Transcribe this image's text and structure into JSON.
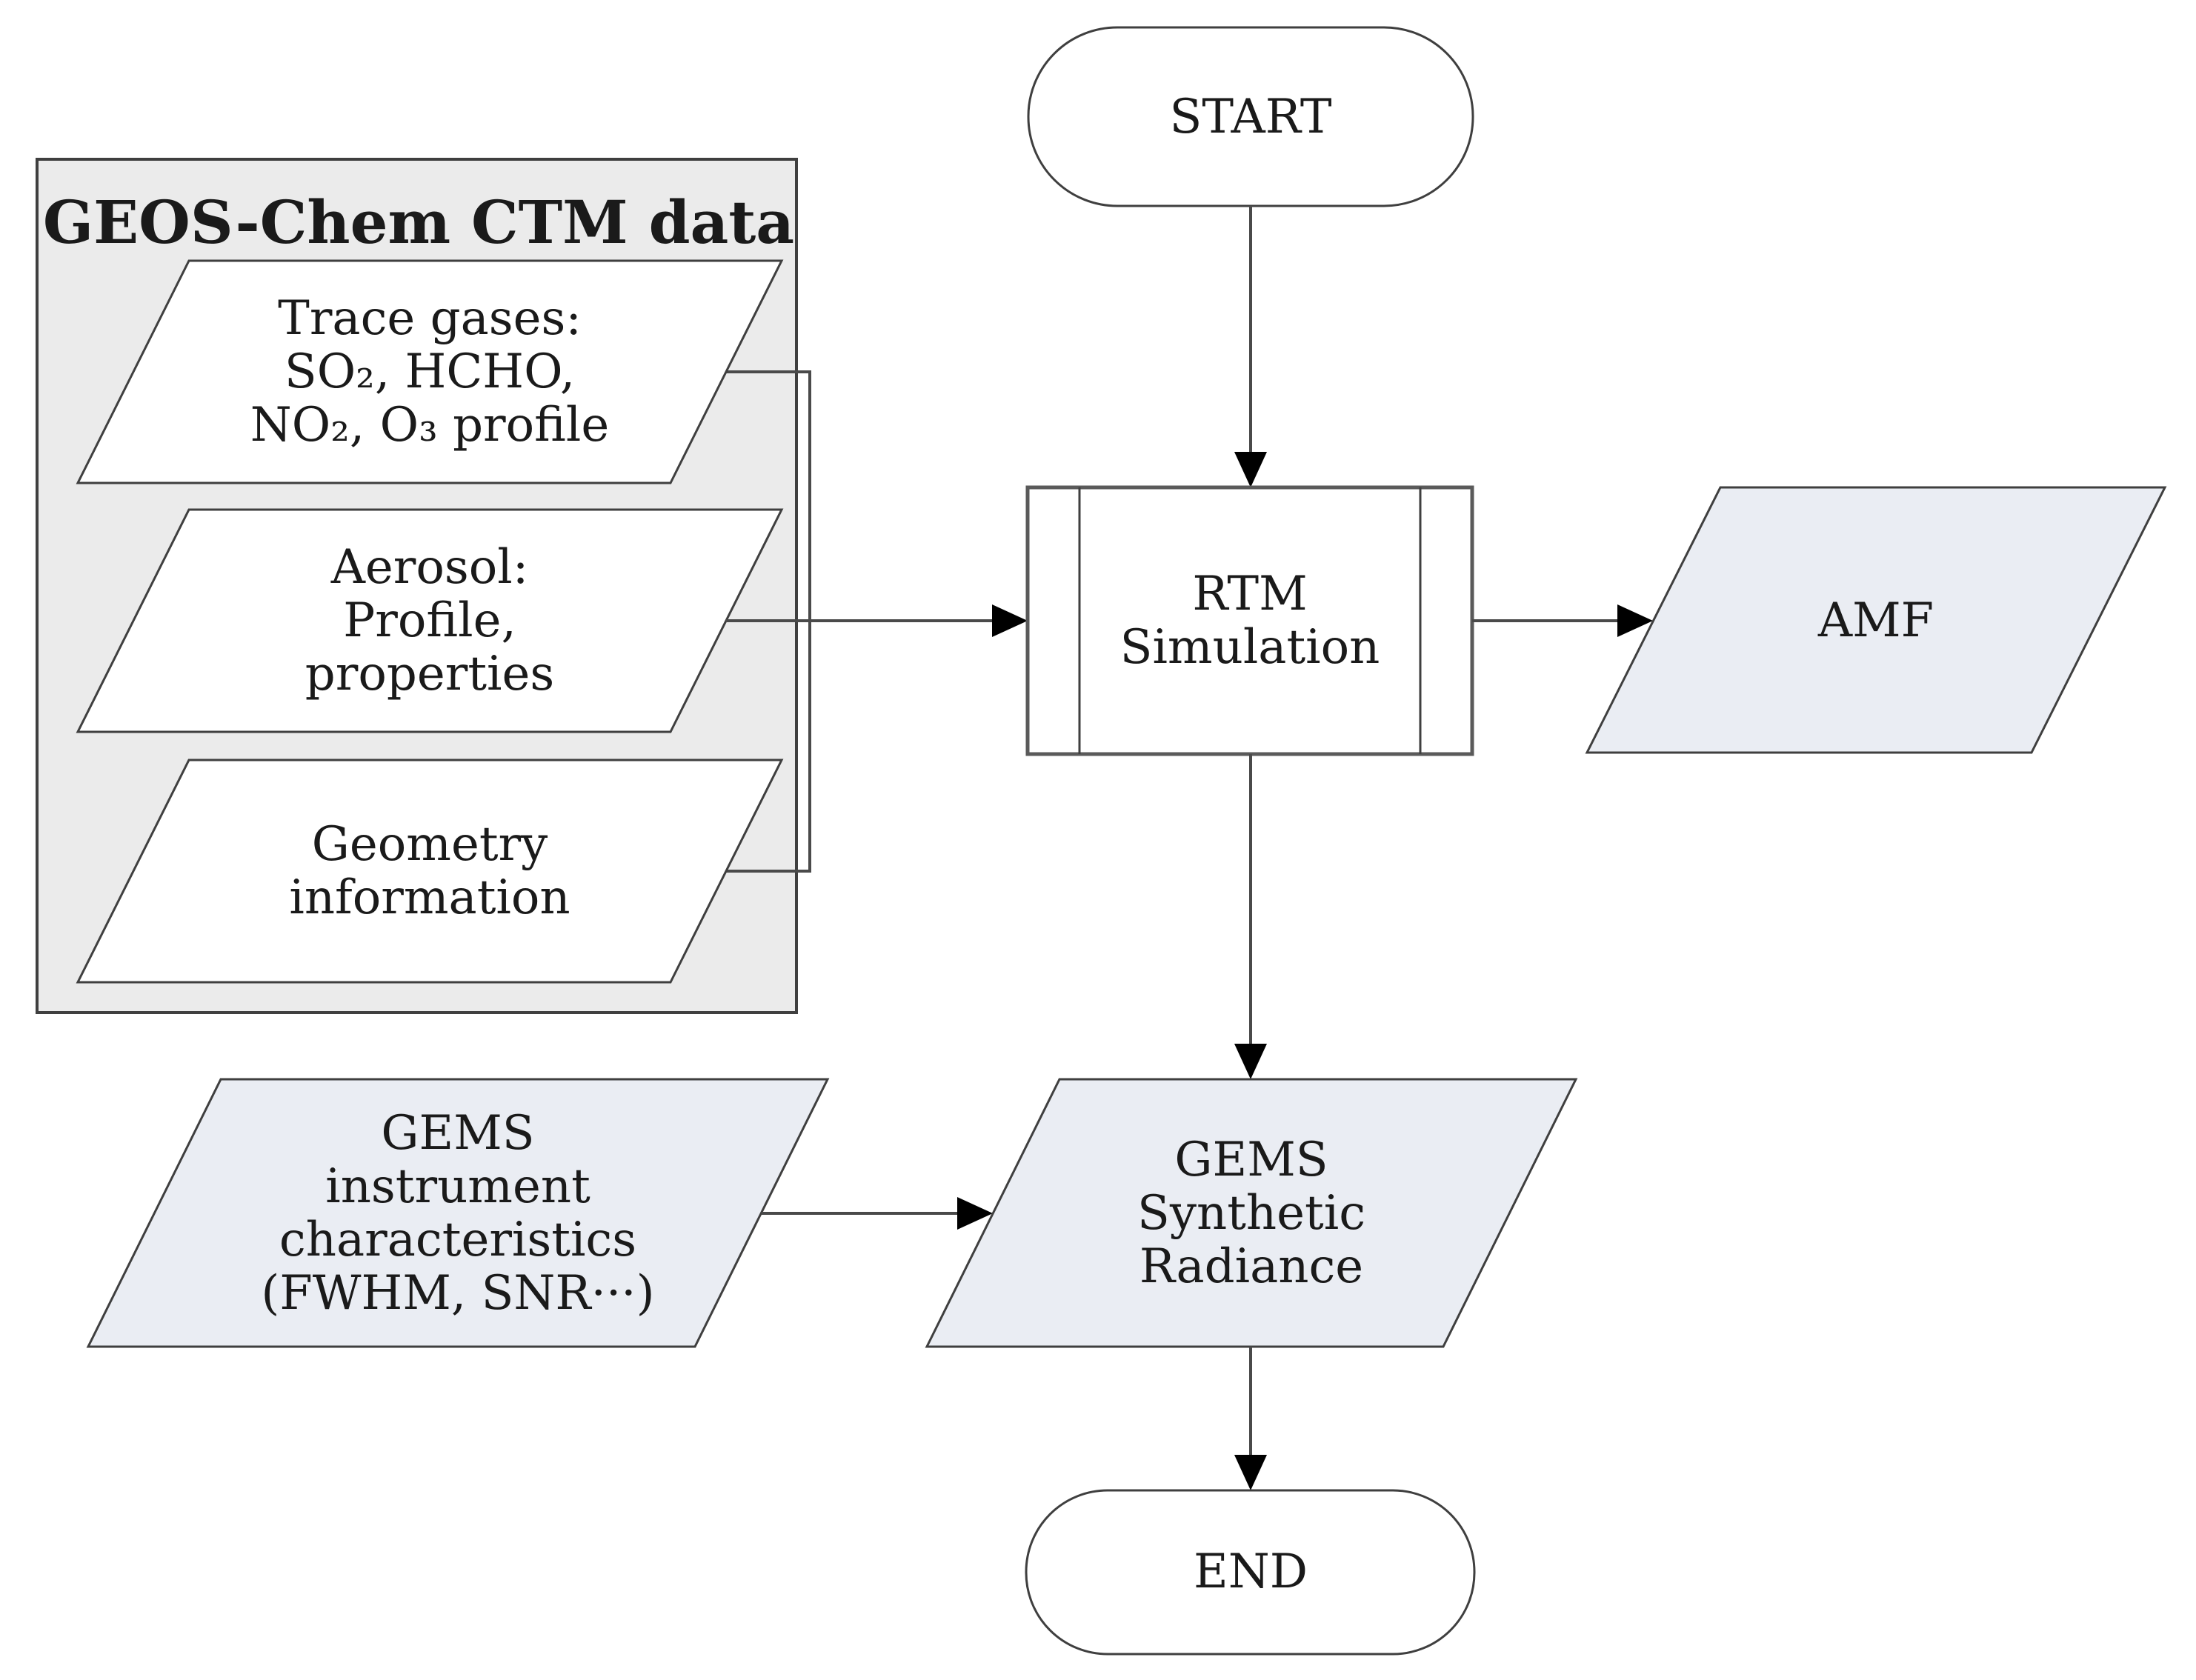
{
  "diagram": {
    "group_box": {
      "title": "GEOS-Chem CTM data"
    },
    "nodes": {
      "start": {
        "label": "START",
        "type": "terminator"
      },
      "trace_gases": {
        "type": "data-parallelogram",
        "lines": [
          "Trace gases:",
          "SO₂, HCHO,",
          "NO₂, O₃ profile"
        ]
      },
      "aerosol": {
        "type": "data-parallelogram",
        "lines": [
          "Aerosol:",
          "Profile,",
          "properties"
        ]
      },
      "geometry": {
        "type": "data-parallelogram",
        "lines": [
          "Geometry",
          "information"
        ]
      },
      "rtm": {
        "type": "predefined-process",
        "lines": [
          "RTM",
          "Simulation"
        ]
      },
      "amf": {
        "type": "data-parallelogram",
        "label": "AMF"
      },
      "gems_instrument": {
        "type": "data-parallelogram",
        "lines": [
          "GEMS",
          "instrument",
          "characteristics",
          "(FWHM, SNR···)"
        ]
      },
      "gems_synthetic": {
        "type": "data-parallelogram",
        "lines": [
          "GEMS",
          "Synthetic",
          "Radiance"
        ]
      },
      "end": {
        "label": "END",
        "type": "terminator"
      }
    },
    "edges": [
      {
        "from": "start",
        "to": "rtm"
      },
      {
        "from": "trace_gases",
        "to": "rtm-input-bus"
      },
      {
        "from": "aerosol",
        "to": "rtm"
      },
      {
        "from": "geometry",
        "to": "rtm-input-bus"
      },
      {
        "from": "rtm",
        "to": "amf"
      },
      {
        "from": "rtm",
        "to": "gems_synthetic"
      },
      {
        "from": "gems_instrument",
        "to": "gems_synthetic"
      },
      {
        "from": "gems_synthetic",
        "to": "end"
      }
    ],
    "colors": {
      "group_box_fill": "#ebebeb",
      "io_fill": "#ffffff",
      "accent_fill": "#eaedf3",
      "stroke": "#3f3f3f",
      "rtm_stroke": "#5a5a5a",
      "line": "#4a4a4a",
      "arrow": "#000000",
      "text": "#1a1a1a"
    }
  }
}
